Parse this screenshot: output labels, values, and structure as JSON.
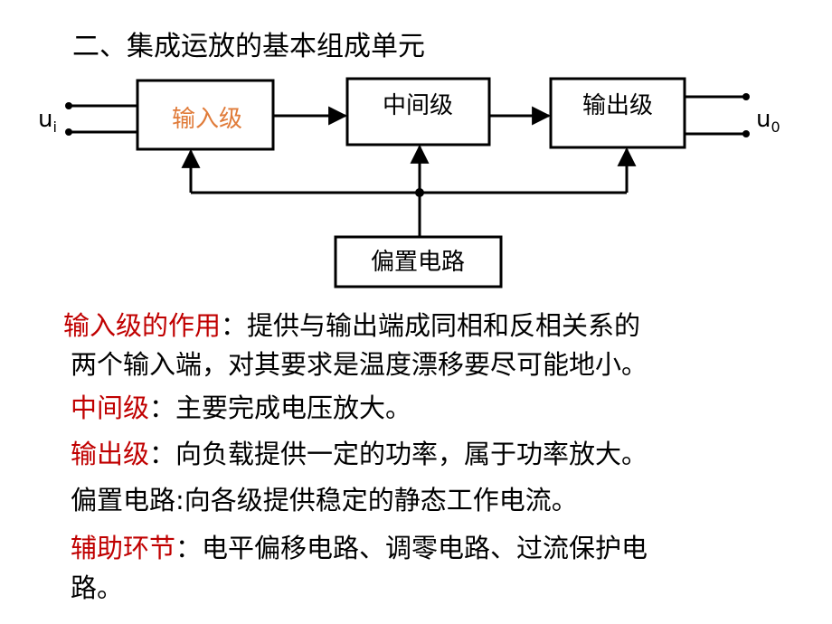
{
  "title": "二、集成运放的基本组成单元",
  "diagram": {
    "input_label_base": "u",
    "input_label_sub": "i",
    "output_label_base": "u",
    "output_label_sub": "0",
    "block_input": "输入级",
    "block_middle": "中间级",
    "block_output": "输出级",
    "block_bias": "偏置电路",
    "colors": {
      "input_block_text": "#e07b39",
      "term": "#c00000"
    }
  },
  "texts": {
    "p1_term": "输入级的作用",
    "p1_colon": "：",
    "p1_line1_rest": "提供与输出端成同相和反相关系的",
    "p1_line2": "两个输入端，对其要求是温度漂移要尽可能地小。",
    "p2_term": "中间级",
    "p2_colon": "：",
    "p2_rest": "主要完成电压放大。",
    "p3_term": "输出级",
    "p3_colon": "：",
    "p3_rest": "向负载提供一定的功率，属于功率放大。",
    "p4": "偏置电路:向各级提供稳定的静态工作电流。",
    "p5_term": "辅助环节",
    "p5_colon": "：",
    "p5_line1_rest": "电平偏移电路、调零电路、过流保护电",
    "p5_line2": "路。"
  }
}
